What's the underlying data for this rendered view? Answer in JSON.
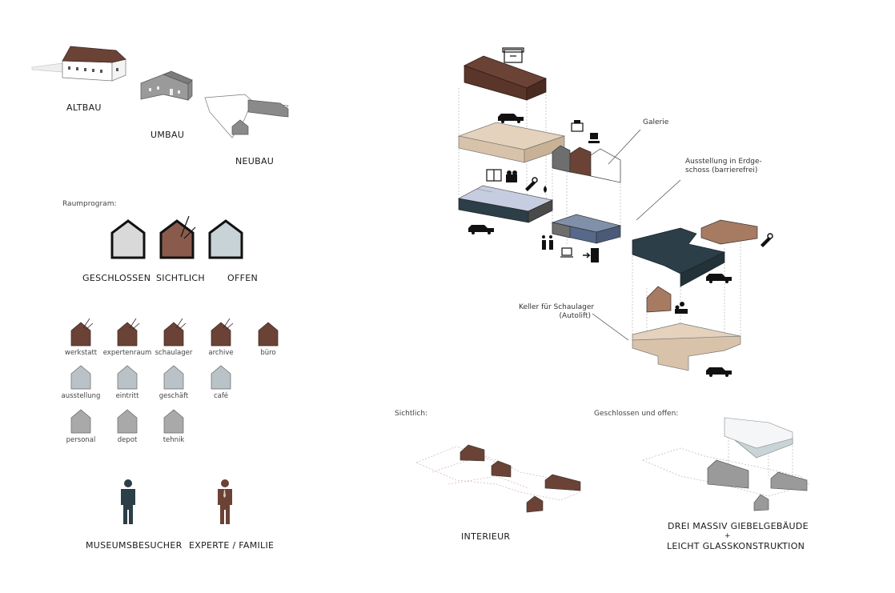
{
  "buildings": {
    "altbau": "ALTBAU",
    "umbau": "UMBAU",
    "neubau": "NEUBAU"
  },
  "raumprogram": {
    "title": "Raumprogram:",
    "types": [
      "GESCHLOSSEN",
      "SICHTLICH",
      "OFFEN"
    ]
  },
  "rooms": {
    "row1": [
      "werkstatt",
      "expertenraum",
      "schaulager",
      "archive",
      "büro"
    ],
    "row2": [
      "ausstellung",
      "eintritt",
      "geschäft",
      "café"
    ],
    "row3": [
      "personal",
      "depot",
      "tehnik"
    ]
  },
  "people": {
    "visitor": "MUSEUMSBESUCHER",
    "expert": "EXPERTE / FAMILIE"
  },
  "annotations": {
    "galerie": "Galerie",
    "ausstellung_line1": "Ausstellung in Erdge-",
    "ausstellung_line2": "schoss (barrierefrei)",
    "keller_line1": "Keller für Schaulager",
    "keller_line2": "(Autolift)"
  },
  "bottom": {
    "sichtlich_label": "Sichtlich:",
    "sichtlich_caption": "INTERIEUR",
    "geschlossen_label": "Geschlossen und offen:",
    "caption_line1": "DREI MASSIV GIEBELGEBÄUDE",
    "caption_plus": "+",
    "caption_line2": "LEICHT GLASSKONSTRUKTION"
  },
  "colors": {
    "brown": "#6b4236",
    "sand": "#e4d2bd",
    "dark_teal": "#2c3e48",
    "blue": "#56698a",
    "grey": "#8d8d8d",
    "glass": "#c9d4d8",
    "light_brown": "#a77a62"
  },
  "icons": [
    "box-icon",
    "car-icon",
    "furniture-icon",
    "chair-icon",
    "book-icon",
    "camera-icon",
    "wrench-icon",
    "drop-icon",
    "toilet-icon",
    "coffee-icon",
    "exit-icon",
    "group-icon"
  ]
}
